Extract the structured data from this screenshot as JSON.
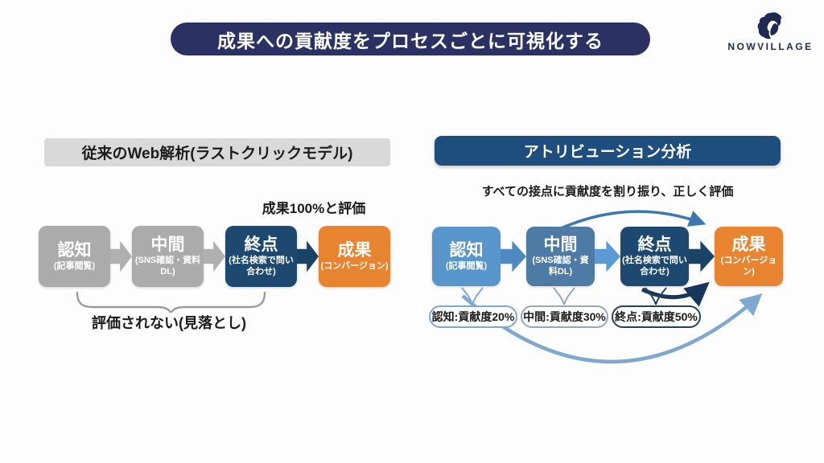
{
  "title": "成果への貢献度をプロセスごとに可視化する",
  "logo": {
    "brand": "NOWVILLAGE",
    "icon": "lion-icon"
  },
  "left_panel": {
    "header": "従来のWeb解析(ラストクリックモデル)",
    "evaluation_note": "成果100%と評価",
    "steps": [
      {
        "label": "認知",
        "sub": "(記事閲覧)"
      },
      {
        "label": "中間",
        "sub": "(SNS確認・資料DL)"
      },
      {
        "label": "終点",
        "sub": "(社名検索で問い合わせ)"
      },
      {
        "label": "成果",
        "sub": "(コンバージョン)"
      }
    ],
    "brace_note": "評価されない(見落とし)"
  },
  "right_panel": {
    "header": "アトリビューション分析",
    "subtitle": "すべての接点に貢献度を割り振り、正しく評価",
    "steps": [
      {
        "label": "認知",
        "sub": "(記事閲覧)"
      },
      {
        "label": "中間",
        "sub": "(SNS確認・資料DL)"
      },
      {
        "label": "終点",
        "sub": "(社名検索で問い合わせ)"
      },
      {
        "label": "成果",
        "sub": "(コンバージョン)"
      }
    ],
    "contributions": [
      "認知:貢献度20%",
      "中間:貢献度30%",
      "終点:貢献度50%"
    ]
  },
  "colors": {
    "title_bar": "#2b3162",
    "brand_navy": "#1e2a52",
    "header_gray": "#d9d9d9",
    "header_navy": "#1d4e7e",
    "gray_box": "#ababab",
    "navy_box": "#1d4971",
    "orange_box": "#e8832f",
    "blue_box": "#5795cb",
    "steel_box": "#4d7ba6",
    "arc_blue": "#3c77ad",
    "arc_dark": "#17365d",
    "arc_light": "#7fa8d0"
  }
}
